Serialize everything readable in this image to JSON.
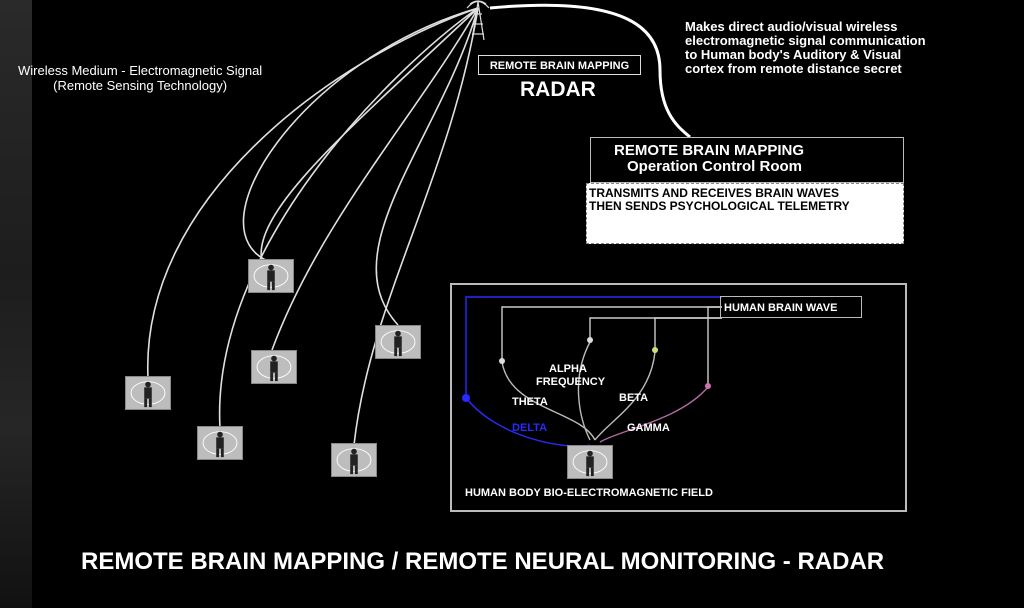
{
  "diagram": {
    "wireless_label_line1": "Wireless Medium - Electromagnetic Signal",
    "wireless_label_line2": "(Remote Sensing Technology)",
    "radar_box_label": "REMOTE BRAIN MAPPING",
    "radar_title": "RADAR",
    "description_lines": [
      "Makes direct audio/visual wireless",
      "electromagnetic signal communication",
      "to Human body's Auditory & Visual",
      "cortex from remote distance secret"
    ],
    "control_room_line1": "REMOTE BRAIN MAPPING",
    "control_room_line2": "Operation Control Room",
    "transmits_line1": "TRANSMITS AND RECEIVES BRAIN WAVES",
    "transmits_line2": "THEN SENDS PSYCHOLOGICAL TELEMETRY",
    "brain_wave_panel": {
      "header": "HUMAN BRAIN WAVE",
      "alpha_line1": "ALPHA",
      "alpha_line2": "FREQUENCY",
      "theta": "THETA",
      "beta": "BETA",
      "delta": "DELTA",
      "gamma": "GAMMA",
      "field_label": "HUMAN BODY BIO-ELECTROMAGNETIC FIELD"
    },
    "footer_title": "REMOTE BRAIN MAPPING / REMOTE NEURAL MONITORING - RADAR"
  },
  "colors": {
    "background": "#000000",
    "wire": "#e0e0e0",
    "delta": "#2a2aff",
    "beta_dot": "#cfe07a",
    "gamma_dot": "#d070b0",
    "transmit_box": "#ffffff"
  },
  "icons": [
    "radar-tower-icon",
    "human-figure-icon"
  ]
}
